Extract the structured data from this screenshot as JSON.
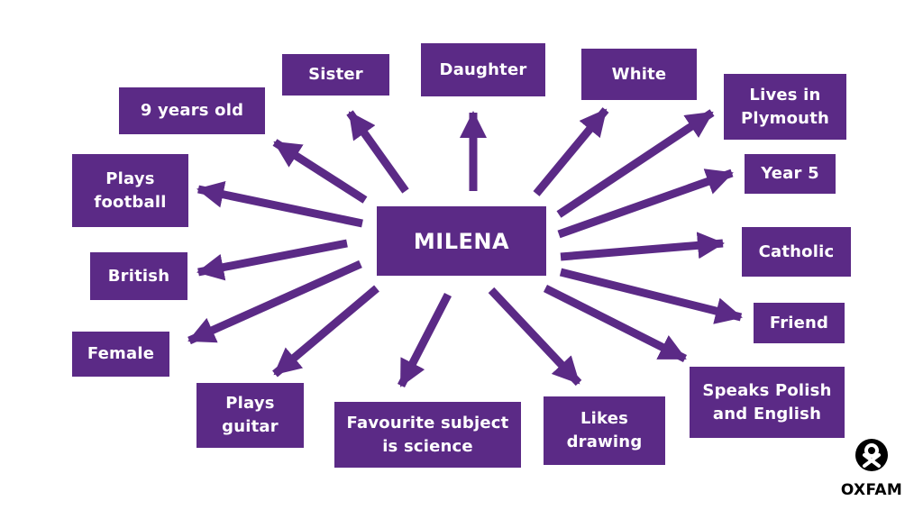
{
  "colors": {
    "box": "#5b2a86",
    "arrow": "#5b2a86",
    "text": "#ffffff"
  },
  "center": {
    "label": "MILENA"
  },
  "attributes": [
    {
      "id": "sister",
      "label": "Sister"
    },
    {
      "id": "daughter",
      "label": "Daughter"
    },
    {
      "id": "white",
      "label": "White"
    },
    {
      "id": "lives-in-plymouth",
      "label": "Lives in\nPlymouth"
    },
    {
      "id": "nine-years-old",
      "label": "9 years old"
    },
    {
      "id": "year-5",
      "label": "Year 5"
    },
    {
      "id": "plays-football",
      "label": "Plays\nfootball"
    },
    {
      "id": "catholic",
      "label": "Catholic"
    },
    {
      "id": "british",
      "label": "British"
    },
    {
      "id": "friend",
      "label": "Friend"
    },
    {
      "id": "female",
      "label": "Female"
    },
    {
      "id": "speaks-polish-and-english",
      "label": "Speaks Polish\nand English"
    },
    {
      "id": "plays-guitar",
      "label": "Plays\nguitar"
    },
    {
      "id": "favourite-subject",
      "label": "Favourite subject\nis science"
    },
    {
      "id": "likes-drawing",
      "label": "Likes\ndrawing"
    }
  ],
  "logo": {
    "name": "oxfam-logo",
    "text": "OXFAM"
  }
}
